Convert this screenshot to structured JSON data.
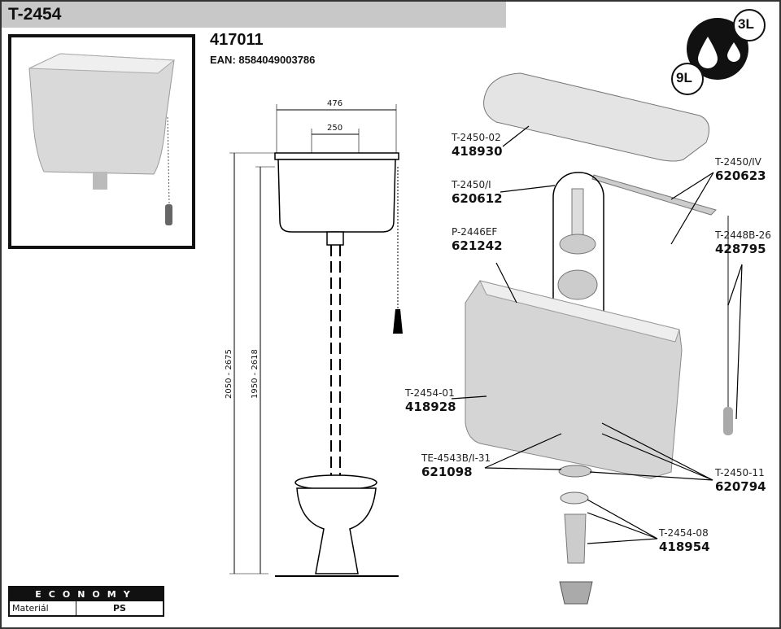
{
  "header": {
    "title": "T-2454"
  },
  "product": {
    "code": "417011",
    "ean": "EAN: 8584049003786"
  },
  "volume_badge": {
    "large": "9L",
    "small": "3L"
  },
  "dimensions": {
    "width_total": "476",
    "width_inner": "250",
    "height_outer": "2050 - 2675",
    "height_inner": "1950 - 2618"
  },
  "parts": [
    {
      "ref": "T-2450-02",
      "num": "418930"
    },
    {
      "ref": "T-2450/I",
      "num": "620612"
    },
    {
      "ref": "P-2446EF",
      "num": "621242"
    },
    {
      "ref": "T-2450/IV",
      "num": "620623"
    },
    {
      "ref": "T-2448B-26",
      "num": "428795"
    },
    {
      "ref": "T-2454-01",
      "num": "418928"
    },
    {
      "ref": "TE-4543B/I-31",
      "num": "621098"
    },
    {
      "ref": "T-2450-11",
      "num": "620794"
    },
    {
      "ref": "T-2454-08",
      "num": "418954"
    }
  ],
  "spec_table": {
    "title": "ECONOMY",
    "row_label": "Materiál",
    "row_value": "PS"
  }
}
